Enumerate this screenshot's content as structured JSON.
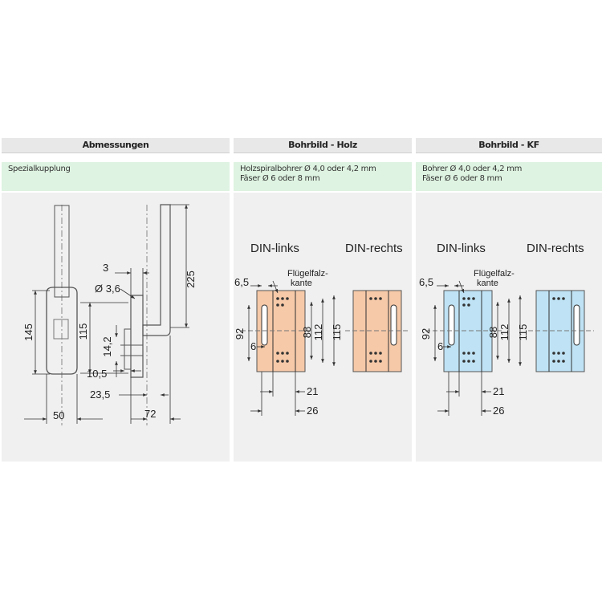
{
  "columns": [
    {
      "header": "Abmessungen",
      "sub": [
        "Spezialkupplung"
      ]
    },
    {
      "header": "Bohrbild - Holz",
      "sub": [
        "Holzspiralbohrer Ø 4,0 oder 4,2 mm",
        "Fäser Ø 6 oder 8 mm"
      ]
    },
    {
      "header": "Bohrbild - KF",
      "sub": [
        "Bohrer Ø 4,0 oder 4,2 mm",
        "Fäser Ø 6 oder 8 mm"
      ]
    }
  ],
  "dims_left": {
    "d3": "3",
    "d36": "Ø 3,6",
    "d225": "225",
    "d145": "145",
    "d115": "115",
    "d142": "14,2",
    "d105": "10,5",
    "d235": "23,5",
    "d50": "50",
    "d72": "72"
  },
  "holz": {
    "din_links": "DIN-links",
    "din_rechts": "DIN-rechts",
    "d65": "6,5",
    "fluegel1": "Flügelfalz-",
    "fluegel2": "kante",
    "d92": "92",
    "d6": "6",
    "d88": "88",
    "d112": "112",
    "d115": "115",
    "d21": "21",
    "d26": "26"
  },
  "kf": {
    "din_links": "DIN-links",
    "din_rechts": "DIN-rechts",
    "d65": "6,5",
    "fluegel1": "Flügelfalz-",
    "fluegel2": "kante",
    "d92": "92",
    "d6": "6",
    "d88": "88",
    "d112": "112",
    "d115": "115",
    "d21": "21",
    "d26": "26"
  },
  "colors": {
    "holz_plate": "#f6c9a8",
    "kf_plate": "#bfe3f5",
    "sub_bg": "#def3e1",
    "panel_bg": "#f0f0f0"
  }
}
